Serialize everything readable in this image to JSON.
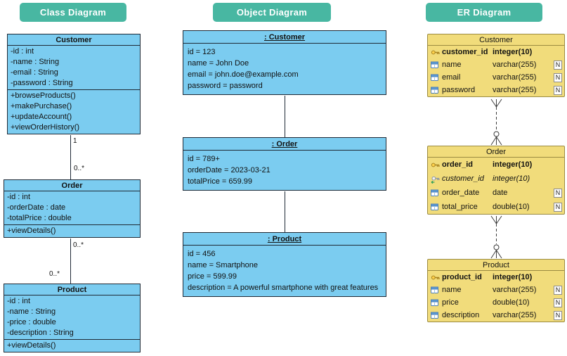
{
  "colors": {
    "badge_bg": "#48b7a2",
    "class_fill": "#7bccf0",
    "class_border": "#1f2a36",
    "er_fill": "#f1dc7b",
    "er_border": "#9b8b41"
  },
  "class_diagram": {
    "title": "Class Diagram",
    "classes": [
      {
        "name": "Customer",
        "attributes": [
          "-id : int",
          "-name : String",
          "-email : String",
          "-password : String"
        ],
        "methods": [
          "+browseProducts()",
          "+makePurchase()",
          "+updateAccount()",
          "+viewOrderHistory()"
        ]
      },
      {
        "name": "Order",
        "attributes": [
          "-id : int",
          "-orderDate : date",
          "-totalPrice : double"
        ],
        "methods": [
          "+viewDetails()"
        ]
      },
      {
        "name": "Product",
        "attributes": [
          "-id : int",
          "-name : String",
          "-price : double",
          "-description : String"
        ],
        "methods": [
          "+viewDetails()"
        ]
      }
    ],
    "multiplicities": [
      "1",
      "0..*",
      "0..*",
      "0..*"
    ]
  },
  "object_diagram": {
    "title": "Object Diagram",
    "objects": [
      {
        "name": ": Customer",
        "slots": [
          "id = 123",
          "name = John Doe",
          "email = john.doe@example.com",
          "password = password"
        ]
      },
      {
        "name": ": Order",
        "slots": [
          "id = 789+",
          "orderDate = 2023-03-21",
          "totalPrice = 659.99"
        ]
      },
      {
        "name": ": Product",
        "slots": [
          "id = 456",
          "name = Smartphone",
          "price = 599.99",
          "description = A powerful smartphone with great features"
        ]
      }
    ]
  },
  "er_diagram": {
    "title": "ER Diagram",
    "entities": [
      {
        "name": "Customer",
        "columns": [
          {
            "name": "customer_id",
            "type": "integer(10)",
            "icon": "primary-key",
            "nullable": ""
          },
          {
            "name": "name",
            "type": "varchar(255)",
            "icon": "column",
            "nullable": "N"
          },
          {
            "name": "email",
            "type": "varchar(255)",
            "icon": "column",
            "nullable": "N"
          },
          {
            "name": "password",
            "type": "varchar(255)",
            "icon": "column",
            "nullable": "N"
          }
        ]
      },
      {
        "name": "Order",
        "columns": [
          {
            "name": "order_id",
            "type": "integer(10)",
            "icon": "primary-key",
            "nullable": ""
          },
          {
            "name": "customer_id",
            "type": "integer(10)",
            "icon": "foreign-key",
            "nullable": ""
          },
          {
            "name": "order_date",
            "type": "date",
            "icon": "column",
            "nullable": "N"
          },
          {
            "name": "total_price",
            "type": "double(10)",
            "icon": "column",
            "nullable": "N"
          }
        ]
      },
      {
        "name": "Product",
        "columns": [
          {
            "name": "product_id",
            "type": "integer(10)",
            "icon": "primary-key",
            "nullable": ""
          },
          {
            "name": "name",
            "type": "varchar(255)",
            "icon": "column",
            "nullable": "N"
          },
          {
            "name": "price",
            "type": "double(10)",
            "icon": "column",
            "nullable": "N"
          },
          {
            "name": "description",
            "type": "varchar(255)",
            "icon": "column",
            "nullable": "N"
          }
        ]
      }
    ]
  }
}
